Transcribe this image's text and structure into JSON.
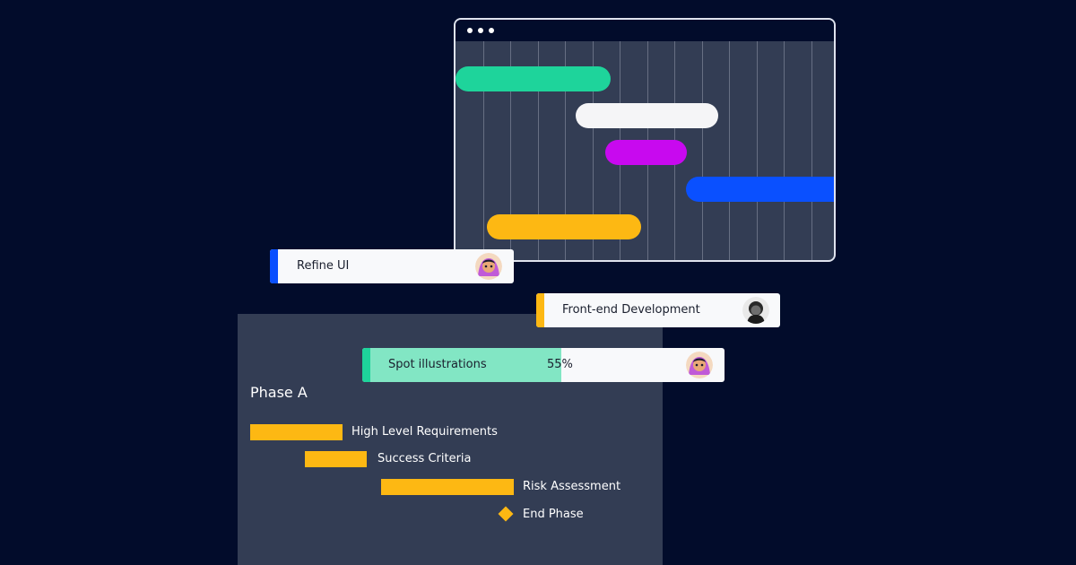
{
  "colors": {
    "background": "#020c2b",
    "panel": "#333d54",
    "green": "#1ed49b",
    "white": "#f5f5f7",
    "magenta": "#c809ef",
    "blue": "#0a50ff",
    "yellow": "#fdb813",
    "progress_fill": "#82e6c4"
  },
  "window": {
    "title_dots": [
      "dot",
      "dot",
      "dot"
    ]
  },
  "cards": {
    "refine_ui": {
      "label": "Refine UI",
      "accent": "#0a50ff"
    },
    "frontend": {
      "label": "Front-end Development",
      "accent": "#fdb813"
    },
    "spot": {
      "label": "Spot illustrations",
      "percent": "55%",
      "progress": 0.55,
      "accent": "#1ed49b"
    }
  },
  "phase": {
    "title": "Phase A",
    "items": [
      {
        "label": "High Level Requirements"
      },
      {
        "label": "Success Criteria"
      },
      {
        "label": "Risk Assessment"
      },
      {
        "label": "End Phase",
        "milestone": true
      }
    ]
  }
}
